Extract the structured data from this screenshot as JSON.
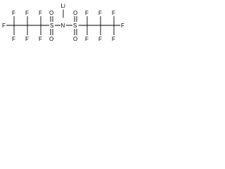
{
  "molecule": {
    "atoms": {
      "li": "Li",
      "n": "N",
      "s_left": "S",
      "s_right": "S",
      "o_left_top": "O",
      "o_left_bottom": "O",
      "o_right_top": "O",
      "o_right_bottom": "O",
      "f_left_1": "F",
      "f_left_2": "F",
      "f_left_3": "F",
      "f_left_4": "F",
      "f_left_5": "F",
      "f_left_6": "F",
      "f_left_7": "F",
      "f_right_1": "F",
      "f_right_2": "F",
      "f_right_3": "F",
      "f_right_4": "F",
      "f_right_5": "F",
      "f_right_6": "F",
      "f_right_7": "F"
    },
    "colors": {
      "bond": "#000000",
      "atom_text": "#000000",
      "background": "#ffffff"
    }
  }
}
